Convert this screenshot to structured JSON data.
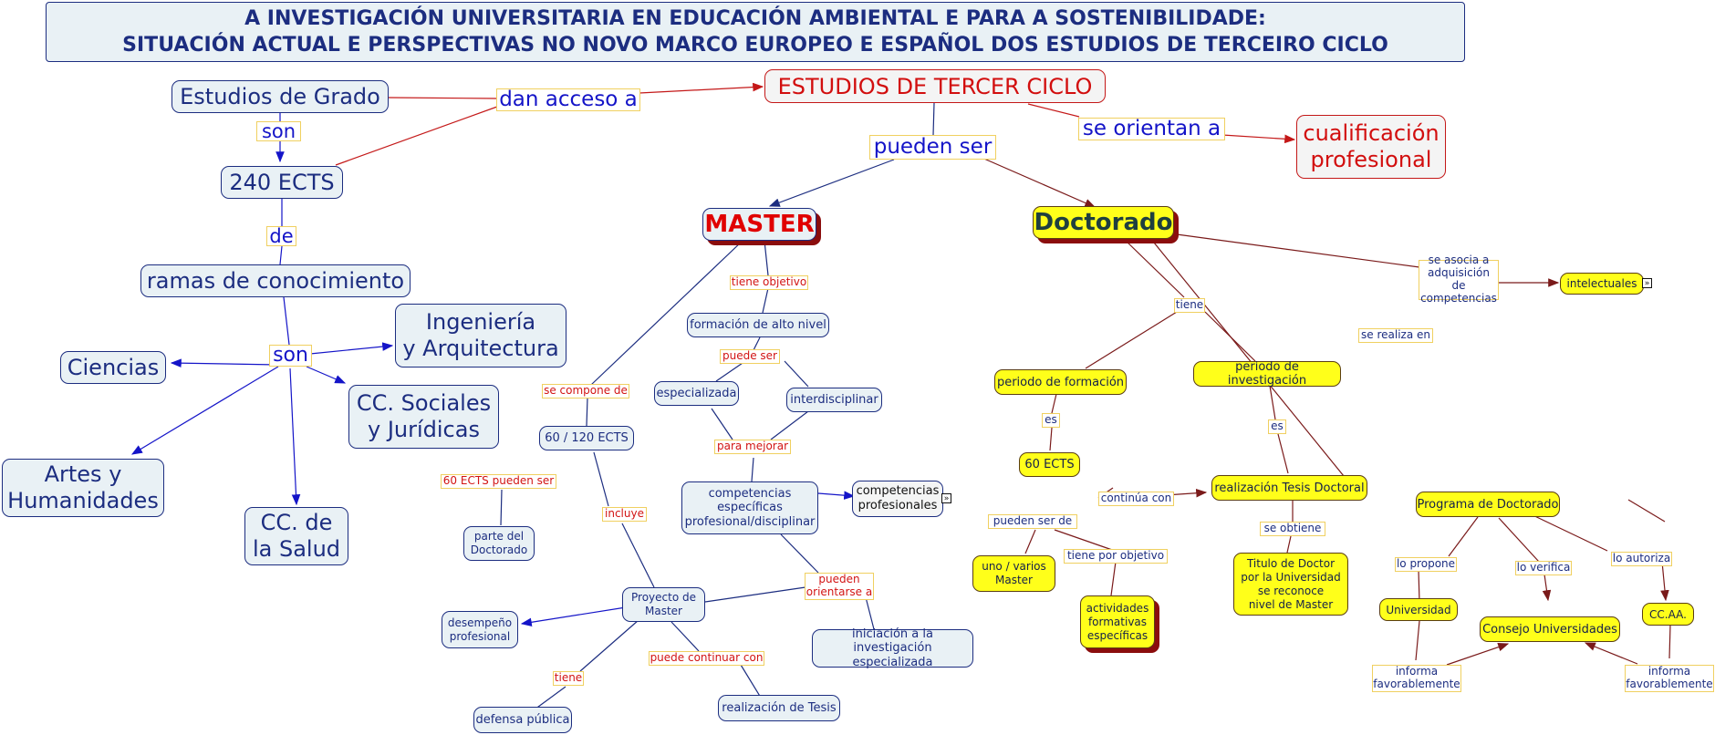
{
  "title": {
    "line1": "A INVESTIGACIÓN UNIVERSITARIA EN EDUCACIÓN AMBIENTAL E PARA A SOSTENIBILIDADE:",
    "line2": "SITUACIÓN ACTUAL E PERSPECTIVAS NO NOVO MARCO EUROPEO E ESPAÑOL DOS ESTUDIOS DE TERCEIRO CICLO"
  },
  "colors": {
    "navy": "#1c2d80",
    "red": "#d20e0e",
    "yellow": "#ffff1a",
    "dark_red_shadow": "#8b0d0d",
    "link_red": "#c41818",
    "link_blue": "#1414c8",
    "link_brown": "#7a1a1a"
  },
  "concepts": {
    "estudios_grado": "Estudios de Grado",
    "ects_240": "240 ECTS",
    "ramas": "ramas de conocimiento",
    "ingenieria": "Ingeniería\ny Arquitectura",
    "ciencias": "Ciencias",
    "cc_sociales": "CC. Sociales\ny Jurídicas",
    "artes": "Artes y\nHumanidades",
    "cc_salud": "CC. de\nla Salud",
    "tercer_ciclo": "ESTUDIOS DE TERCER CICLO",
    "cualificacion": "cualificación\nprofesional",
    "master": "MASTER",
    "doctorado": "Doctorado",
    "formacion_alto": "formación de alto nivel",
    "especializada": "especializada",
    "interdisciplinar": "interdisciplinar",
    "ects_60_120": "60 / 120 ECTS",
    "parte_doctorado": "parte del\nDoctorado",
    "competencias_esp": "competencias\nespecíficas\nprofesional/disciplinar",
    "competencias_prof": "competencias\nprofesionales",
    "proyecto_master": "Proyecto de\nMaster",
    "desempeno": "desempeño\nprofesional",
    "defensa": "defensa pública",
    "realizacion_tesis": "realización de Tesis",
    "iniciacion": "iniciación a la\ninvestigación especializada",
    "intelectuales": "intelectuales",
    "periodo_formacion": "periodo de formación",
    "periodo_investigacion": "periodo de investigación",
    "ects_60": "60 ECTS",
    "uno_varios": "uno / varios\nMaster",
    "actividades": "actividades\nformativas\nespecíficas",
    "realizacion_tesis_doctoral": "realización Tesis Doctoral",
    "titulo_doctor": "Titulo de Doctor\npor la Universidad\nse reconoce\nnivel de Master",
    "programa_doctorado": "Programa de Doctorado",
    "universidad": "Universidad",
    "consejo": "Consejo Universidades",
    "ccaa": "CC.AA."
  },
  "links": {
    "dan_acceso": "dan acceso a",
    "son_1": "son",
    "de": "de",
    "son_2": "son",
    "pueden_ser": "pueden ser",
    "se_orientan": "se orientan a",
    "tiene_objetivo": "tiene objetivo",
    "puede_ser": "puede ser",
    "se_compone": "se compone de",
    "para_mejorar": "para mejorar",
    "ects_60_pueden": "60 ECTS pueden ser",
    "incluye": "incluye",
    "pueden_orientarse": "pueden\norientarse a",
    "tiene_1": "tiene",
    "puede_continuar": "puede continuar con",
    "se_asocia": "se asocia a\nadquisición de\ncompetencias",
    "tiene_2": "tiene",
    "se_realiza": "se realiza en",
    "es_1": "es",
    "es_2": "es",
    "continua_con": "continúa con",
    "pueden_ser_de": "pueden  ser de",
    "tiene_por_objetivo": "tiene por objetivo",
    "se_obtiene": "se obtiene",
    "lo_propone": "lo propone",
    "lo_verifica": "lo verifica",
    "lo_autoriza": "lo autoriza",
    "informa_1": "informa\nfavorablemente",
    "informa_2": "informa\nfavorablemente"
  },
  "icons": {
    "expand": "expand-icon"
  }
}
